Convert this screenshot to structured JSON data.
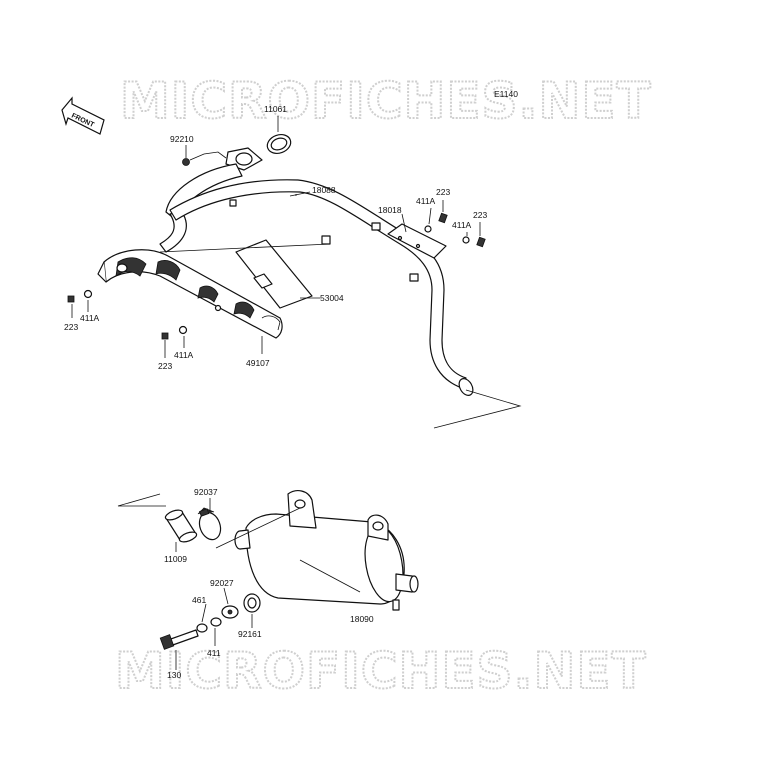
{
  "watermark": {
    "text": "MICROFICHES.NET"
  },
  "diagram_code": "E1140",
  "front_indicator": "FRONT",
  "callouts": {
    "p11061": "11061",
    "p92210": "92210",
    "p18088": "18088",
    "p18018": "18018",
    "p223_a": "223",
    "p411A_a": "411A",
    "p223_b": "223",
    "p411A_b": "411A",
    "p53004": "53004",
    "p223_c": "223",
    "p411A_c": "411A",
    "p411A_d": "411A",
    "p223_d": "223",
    "p49107": "49107",
    "p92037": "92037",
    "p11009": "11009",
    "p92027": "92027",
    "p461": "461",
    "p92161": "92161",
    "p18090": "18090",
    "p411": "411",
    "p130": "130"
  }
}
